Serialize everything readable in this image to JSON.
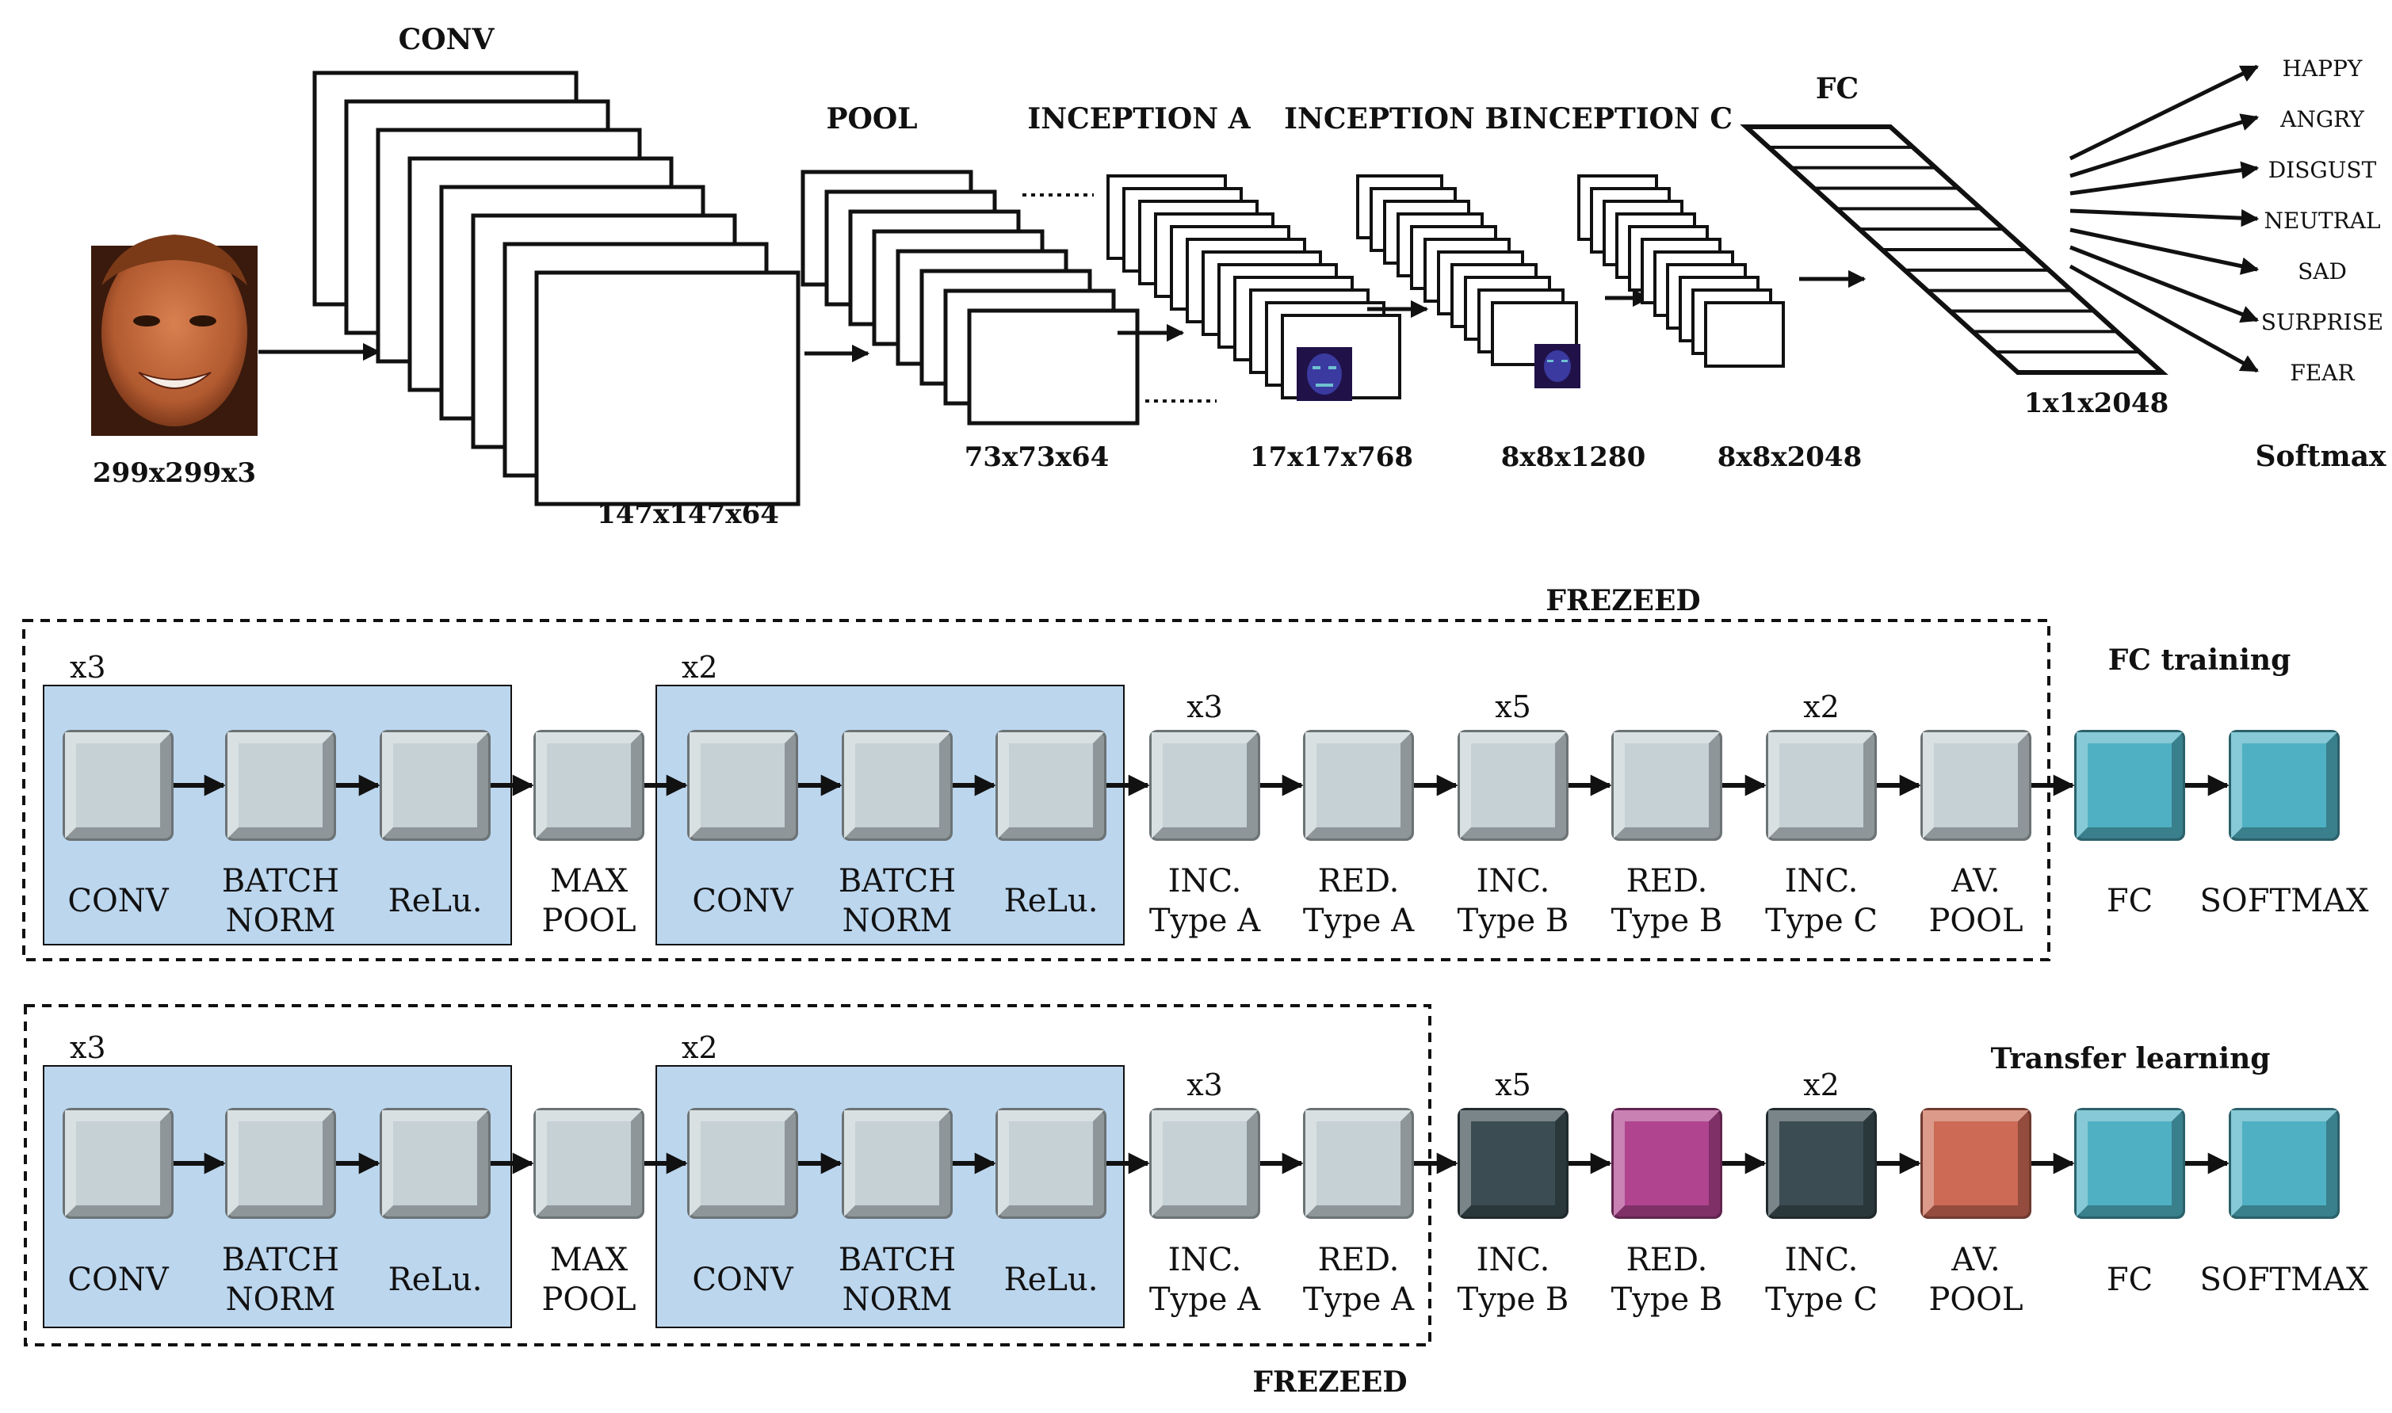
{
  "top": {
    "input_dims": "299x299x3",
    "conv": {
      "title": "CONV",
      "dims": "147x147x64"
    },
    "pool": {
      "title": "POOL",
      "dims": "73x73x64"
    },
    "inception_a": {
      "title": "INCEPTION A",
      "dims": "17x17x768"
    },
    "inception_b": {
      "title": "INCEPTION B",
      "dims": "8x8x1280"
    },
    "inception_c": {
      "title": "INCEPTION C",
      "dims": "8x8x2048"
    },
    "fc": {
      "title": "FC",
      "dims": "1x1x2048"
    },
    "softmax_label": "Softmax",
    "emotions": [
      "HAPPY",
      "ANGRY",
      "DISGUST",
      "NEUTRAL",
      "SAD",
      "SURPRISE",
      "FEAR"
    ]
  },
  "fc_training": {
    "title": "FC training",
    "frozen_label": "FREZEED",
    "group_multipliers": [
      "x3",
      "x2"
    ],
    "blocks": [
      {
        "line1": "CONV",
        "line2": "",
        "mult": "",
        "color": "#c5d1d5"
      },
      {
        "line1": "BATCH",
        "line2": "NORM",
        "mult": "",
        "color": "#c5d1d5"
      },
      {
        "line1": "ReLu.",
        "line2": "",
        "mult": "",
        "color": "#c5d1d5"
      },
      {
        "line1": "MAX",
        "line2": "POOL",
        "mult": "",
        "color": "#c5d1d5"
      },
      {
        "line1": "CONV",
        "line2": "",
        "mult": "",
        "color": "#c5d1d5"
      },
      {
        "line1": "BATCH",
        "line2": "NORM",
        "mult": "",
        "color": "#c5d1d5"
      },
      {
        "line1": "ReLu.",
        "line2": "",
        "mult": "",
        "color": "#c5d1d5"
      },
      {
        "line1": "INC.",
        "line2": "Type A",
        "mult": "x3",
        "color": "#c5d1d5"
      },
      {
        "line1": "RED.",
        "line2": "Type A",
        "mult": "",
        "color": "#c5d1d5"
      },
      {
        "line1": "INC.",
        "line2": "Type B",
        "mult": "x5",
        "color": "#c5d1d5"
      },
      {
        "line1": "RED.",
        "line2": "Type B",
        "mult": "",
        "color": "#c5d1d5"
      },
      {
        "line1": "INC.",
        "line2": "Type C",
        "mult": "x2",
        "color": "#c5d1d5"
      },
      {
        "line1": "AV.",
        "line2": "POOL",
        "mult": "",
        "color": "#c5d1d5"
      },
      {
        "line1": "FC",
        "line2": "",
        "mult": "",
        "color": "#4fb0c3"
      },
      {
        "line1": "SOFTMAX",
        "line2": "",
        "mult": "",
        "color": "#4fb0c3"
      }
    ]
  },
  "transfer_learning": {
    "title": "Transfer learning",
    "frozen_label": "FREZEED",
    "group_multipliers": [
      "x3",
      "x2"
    ],
    "blocks": [
      {
        "line1": "CONV",
        "line2": "",
        "mult": "",
        "color": "#c5d1d5"
      },
      {
        "line1": "BATCH",
        "line2": "NORM",
        "mult": "",
        "color": "#c5d1d5"
      },
      {
        "line1": "ReLu.",
        "line2": "",
        "mult": "",
        "color": "#c5d1d5"
      },
      {
        "line1": "MAX",
        "line2": "POOL",
        "mult": "",
        "color": "#c5d1d5"
      },
      {
        "line1": "CONV",
        "line2": "",
        "mult": "",
        "color": "#c5d1d5"
      },
      {
        "line1": "BATCH",
        "line2": "NORM",
        "mult": "",
        "color": "#c5d1d5"
      },
      {
        "line1": "ReLu.",
        "line2": "",
        "mult": "",
        "color": "#c5d1d5"
      },
      {
        "line1": "INC.",
        "line2": "Type A",
        "mult": "x3",
        "color": "#c5d1d5"
      },
      {
        "line1": "RED.",
        "line2": "Type A",
        "mult": "",
        "color": "#c5d1d5"
      },
      {
        "line1": "INC.",
        "line2": "Type B",
        "mult": "x5",
        "color": "#3b4c52"
      },
      {
        "line1": "RED.",
        "line2": "Type B",
        "mult": "",
        "color": "#b0448f"
      },
      {
        "line1": "INC.",
        "line2": "Type C",
        "mult": "x2",
        "color": "#3b4c52"
      },
      {
        "line1": "AV.",
        "line2": "POOL",
        "mult": "",
        "color": "#cc6a55"
      },
      {
        "line1": "FC",
        "line2": "",
        "mult": "",
        "color": "#4fb0c3"
      },
      {
        "line1": "SOFTMAX",
        "line2": "",
        "mult": "",
        "color": "#4fb0c3"
      }
    ]
  },
  "colors": {
    "frozen_block": "#c5d1d5",
    "group_fill": "#bcd6ee",
    "fc_block": "#4fb0c3",
    "inc_dark": "#3b4c52",
    "red_magenta": "#b0448f",
    "avpool_orange": "#cc6a55"
  }
}
